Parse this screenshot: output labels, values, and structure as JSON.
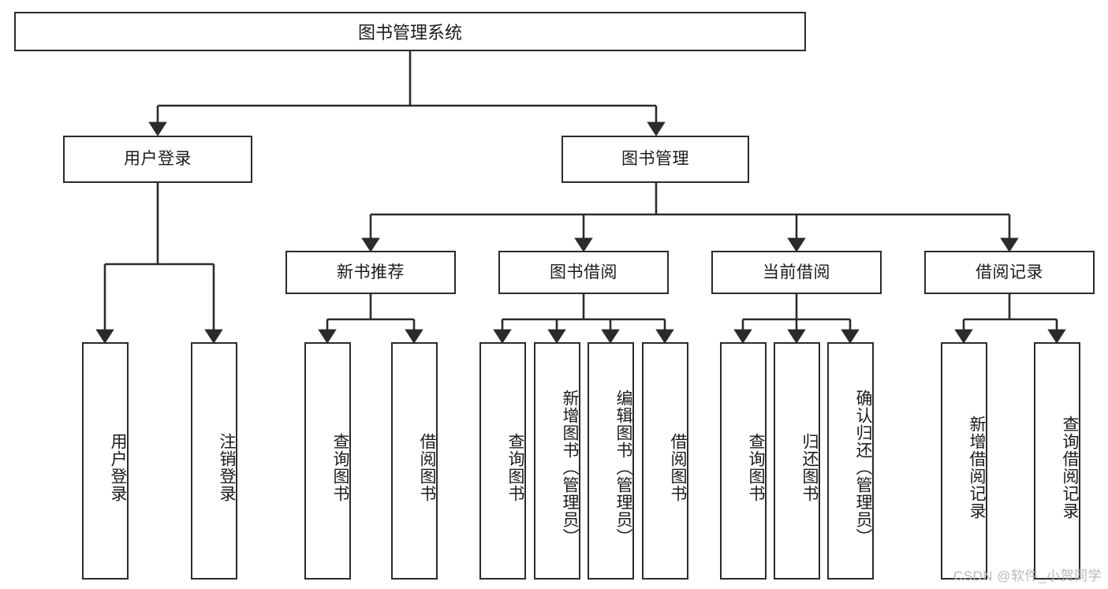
{
  "diagram": {
    "type": "tree-hierarchy",
    "title_node": {
      "label": "图书管理系统"
    },
    "level2": [
      {
        "label": "用户登录"
      },
      {
        "label": "图书管理"
      }
    ],
    "level3": [
      {
        "label": "新书推荐"
      },
      {
        "label": "图书借阅"
      },
      {
        "label": "当前借阅"
      },
      {
        "label": "借阅记录"
      }
    ],
    "leaves": [
      {
        "label": "用户登录",
        "parent": "用户登录"
      },
      {
        "label": "注销登录",
        "parent": "用户登录"
      },
      {
        "label": "查询图书",
        "parent": "新书推荐"
      },
      {
        "label": "借阅图书",
        "parent": "新书推荐"
      },
      {
        "label": "查询图书",
        "parent": "图书借阅"
      },
      {
        "label": "新增图书（管理员）",
        "parent": "图书借阅"
      },
      {
        "label": "编辑图书（管理员）",
        "parent": "图书借阅"
      },
      {
        "label": "借阅图书",
        "parent": "图书借阅"
      },
      {
        "label": "查询图书",
        "parent": "当前借阅"
      },
      {
        "label": "归还图书",
        "parent": "当前借阅"
      },
      {
        "label": "确认归还（管理员）",
        "parent": "当前借阅"
      },
      {
        "label": "新增借阅记录",
        "parent": "借阅记录"
      },
      {
        "label": "查询借阅记录",
        "parent": "借阅记录"
      }
    ],
    "colors": {
      "stroke": "#2b2b2b",
      "fill": "#ffffff",
      "text": "#1b1b1b",
      "watermark": "#b9b9b9"
    }
  },
  "watermark": {
    "text": "CSDN @软件_小贺同学"
  }
}
